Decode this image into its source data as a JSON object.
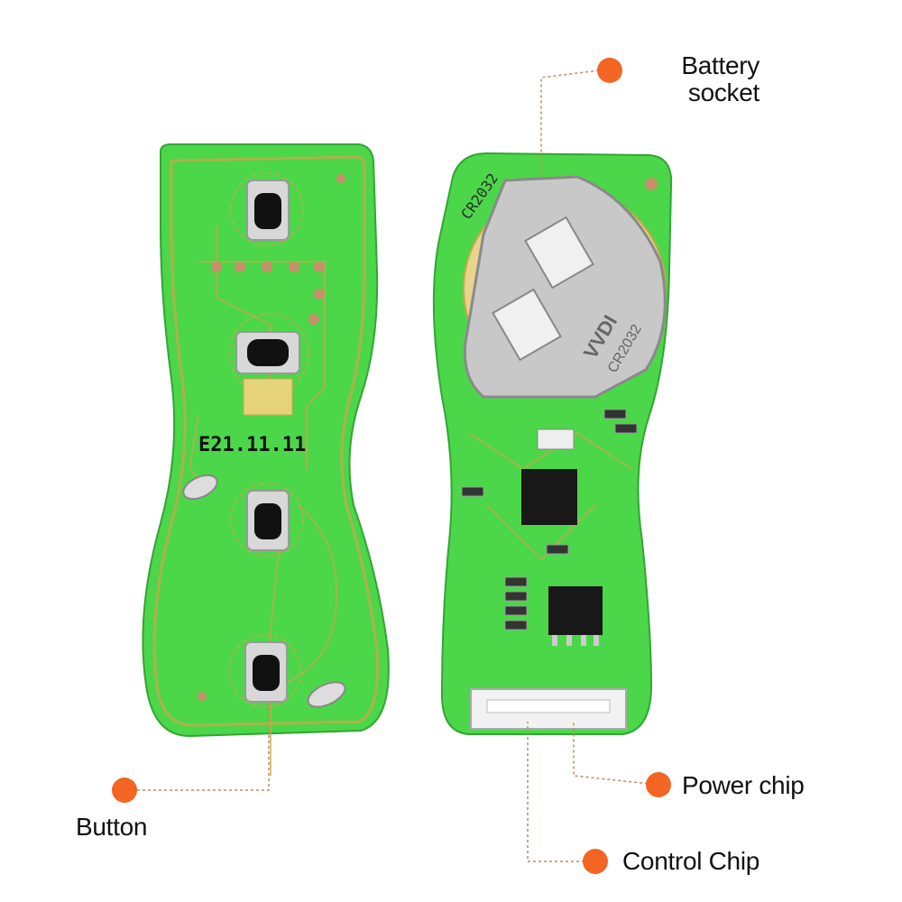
{
  "colors": {
    "pcb_green": "#4cd64a",
    "pcb_green_dark": "#38b83a",
    "trace_gold": "#c9a84a",
    "callout_orange": "#f26522",
    "leader_line": "#c48a5a"
  },
  "front_board": {
    "date_code": "E21.11.11"
  },
  "back_board": {
    "battery_model": "CR2032",
    "holder_brand": "VVDI",
    "holder_model": "CR2032"
  },
  "callouts": {
    "battery_socket": [
      "Battery",
      "socket"
    ],
    "button": "Button",
    "power_chip": "Power chip",
    "control_chip": "Control Chip"
  }
}
